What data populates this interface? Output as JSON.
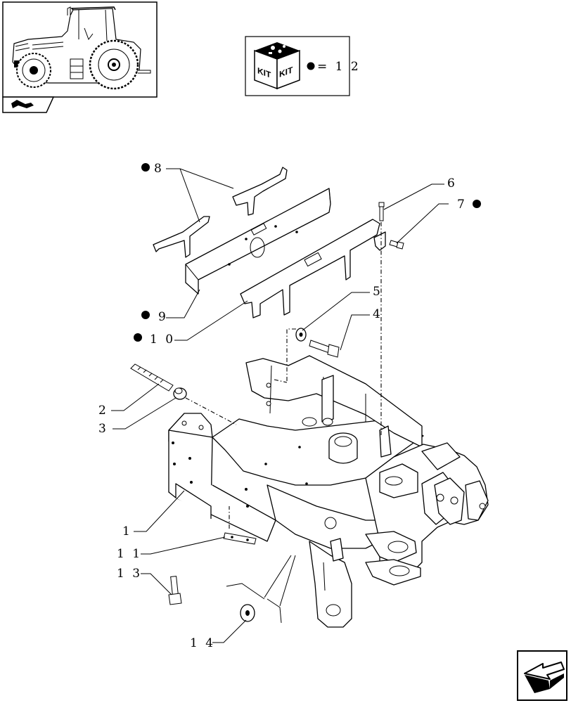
{
  "kit_box": {
    "kit_labels": [
      "KIT",
      "KIT"
    ],
    "note_text": "= 1 2",
    "icon": "kit-box-icon"
  },
  "thumbnail": {
    "icon": "tractor-icon"
  },
  "section_tab": {
    "icon": "section-symbol-icon"
  },
  "nav": {
    "icon": "next-page-arrow-icon"
  },
  "callouts": {
    "c1": "1",
    "c2": "2",
    "c3": "3",
    "c4": "4",
    "c5": "5",
    "c6": "6",
    "c7": "7",
    "c8": "8",
    "c9": "9",
    "c10": "1 0",
    "c11": "1 1",
    "c13": "1 3",
    "c14": "1 4"
  },
  "colors": {
    "line": "#000000",
    "background": "#ffffff"
  }
}
